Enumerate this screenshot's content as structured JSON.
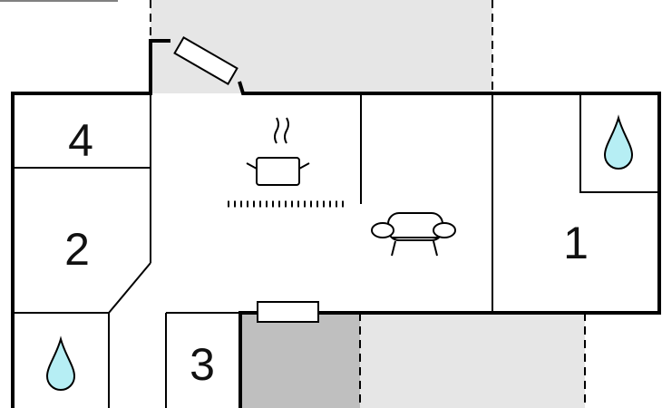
{
  "floorplan": {
    "rooms": [
      {
        "id": "room-4",
        "number": "4",
        "kind": "bedroom"
      },
      {
        "id": "room-2",
        "number": "2",
        "kind": "bedroom"
      },
      {
        "id": "room-3",
        "number": "3",
        "kind": "bedroom"
      },
      {
        "id": "room-1",
        "number": "1",
        "kind": "bedroom"
      }
    ],
    "icons": [
      "bathroom-icon",
      "kitchen-icon",
      "sofa-icon",
      "window-icon"
    ],
    "colors": {
      "wall": "#000000",
      "terrace": "#e6e6e6",
      "covered_terrace": "#bfbfbf",
      "water": "#b6eef4",
      "background": "#ffffff"
    }
  }
}
